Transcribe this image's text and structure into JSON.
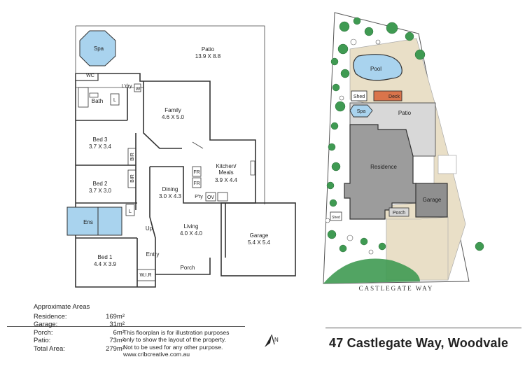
{
  "floorplan": {
    "rooms": [
      {
        "name": "Spa"
      },
      {
        "name": "Patio",
        "dims": "13.9 X 8.8"
      },
      {
        "name": "WC"
      },
      {
        "name": "L'dry"
      },
      {
        "name": "W"
      },
      {
        "name": "Bath"
      },
      {
        "name": "L"
      },
      {
        "name": "Family",
        "dims": "4.6 X 5.0"
      },
      {
        "name": "Bed 3",
        "dims": "3.7 X 3.4"
      },
      {
        "name": "BIR"
      },
      {
        "name": "Bed 2",
        "dims": "3.7 X 3.0"
      },
      {
        "name": "BIR"
      },
      {
        "name": "Kitchen/\nMeals",
        "dims": "3.9 X 4.4"
      },
      {
        "name": "FR"
      },
      {
        "name": "FR"
      },
      {
        "name": "Dining",
        "dims": "3.0 X 4.3"
      },
      {
        "name": "P'ty"
      },
      {
        "name": "OV"
      },
      {
        "name": "L"
      },
      {
        "name": "Ens"
      },
      {
        "name": "Up"
      },
      {
        "name": "Living",
        "dims": "4.0 X 4.0"
      },
      {
        "name": "Garage",
        "dims": "5.4 X 5.4"
      },
      {
        "name": "Bed 1",
        "dims": "4.4 X 3.9"
      },
      {
        "name": "Entry"
      },
      {
        "name": "Porch"
      },
      {
        "name": "W.I.R"
      }
    ]
  },
  "siteplan": {
    "labels": {
      "pool": "Pool",
      "shed": "Shed",
      "deck": "Deck",
      "spa": "Spa",
      "patio": "Patio",
      "residence": "Residence",
      "garage": "Garage",
      "porch": "Porch",
      "shed2": "Shed"
    },
    "street": "CASTLEGATE WAY"
  },
  "areas": {
    "title": "Approximate Areas",
    "rows": [
      {
        "label": "Residence:",
        "value": "169m²"
      },
      {
        "label": "Garage:",
        "value": "31m²"
      },
      {
        "label": "Porch:",
        "value": "6m²"
      },
      {
        "label": "Patio:",
        "value": "73m²"
      },
      {
        "label": "Total Area:",
        "value": "279m²"
      }
    ]
  },
  "disclaimer": [
    "This floorplan is for illustration purposes",
    "only to show the layout of the property.",
    "Not to be used for any other purpose.",
    "www.cribcreative.com.au"
  ],
  "address": "47 Castlegate Way, Woodvale",
  "colors": {
    "pool": "#a9d3ee",
    "ens": "#a9d3ee",
    "residence": "#9c9c9c",
    "garage": "#8f8f8f",
    "patio": "#d8d8d8",
    "grass": "#ffffff",
    "tree": "#3f9a52",
    "sand": "#e9dfc7",
    "deck": "#d9744b"
  },
  "north_icon": "north-arrow-icon"
}
